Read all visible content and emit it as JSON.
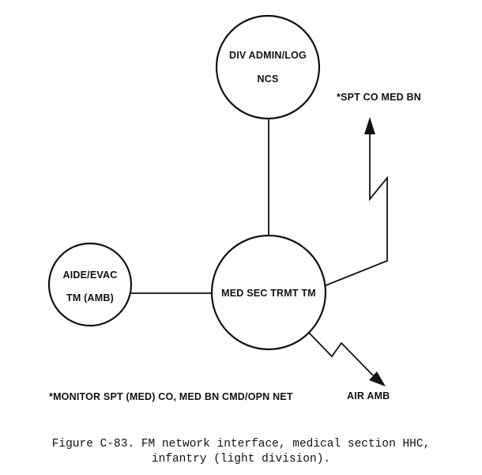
{
  "nodes": {
    "div_admin_log": {
      "line1": "DIV ADMIN/LOG",
      "line2": "NCS"
    },
    "med_sec_trmt": {
      "line1": "MED SEC TRMT TM"
    },
    "aide_evac": {
      "line1": "AIDE/EVAC",
      "line2": "TM (AMB)"
    }
  },
  "labels": {
    "spt_co_med_bn": "*SPT CO MED BN",
    "air_amb": "AIR AMB",
    "monitor_note": "*MONITOR SPT (MED) CO, MED BN CMD/OPN NET"
  },
  "caption": {
    "line1": "Figure C-83. FM network interface, medical section HHC,",
    "line2": "infantry (light division)."
  }
}
